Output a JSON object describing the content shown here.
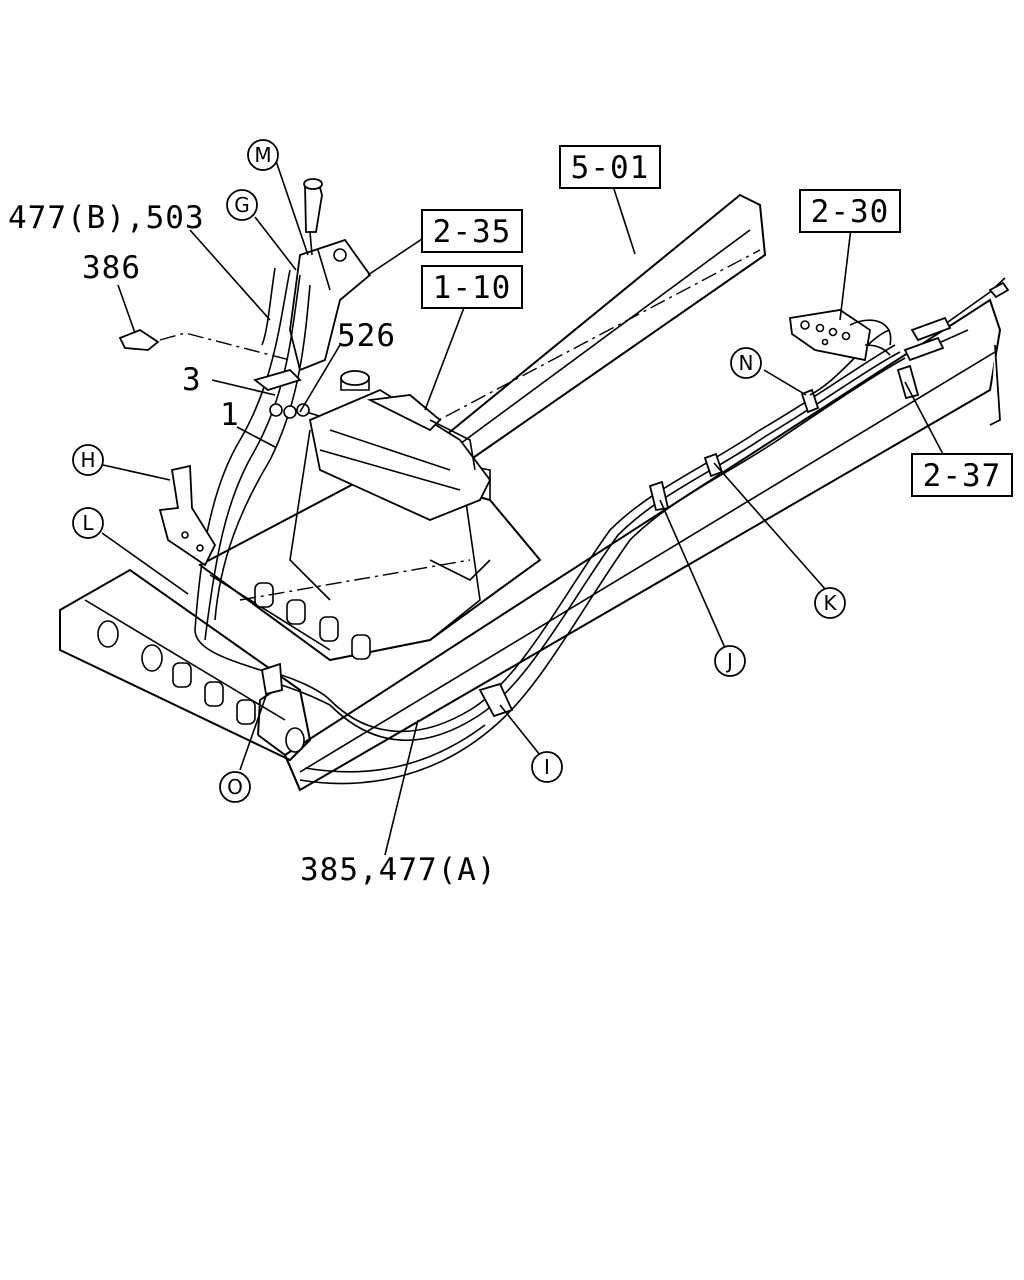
{
  "part_numbers": {
    "p477b_503": "477(B),503",
    "p386": "386",
    "p3": "3",
    "p526": "526",
    "p1": "1",
    "p385_477a": "385,477(A)"
  },
  "reference_boxes": {
    "r5_01": "5-01",
    "r2_35": "2-35",
    "r1_10": "1-10",
    "r2_30": "2-30",
    "r2_37": "2-37"
  },
  "callouts": {
    "M": "M",
    "G": "G",
    "H": "H",
    "L": "L",
    "N": "N",
    "K": "K",
    "J": "J",
    "I": "I",
    "O": "O"
  }
}
